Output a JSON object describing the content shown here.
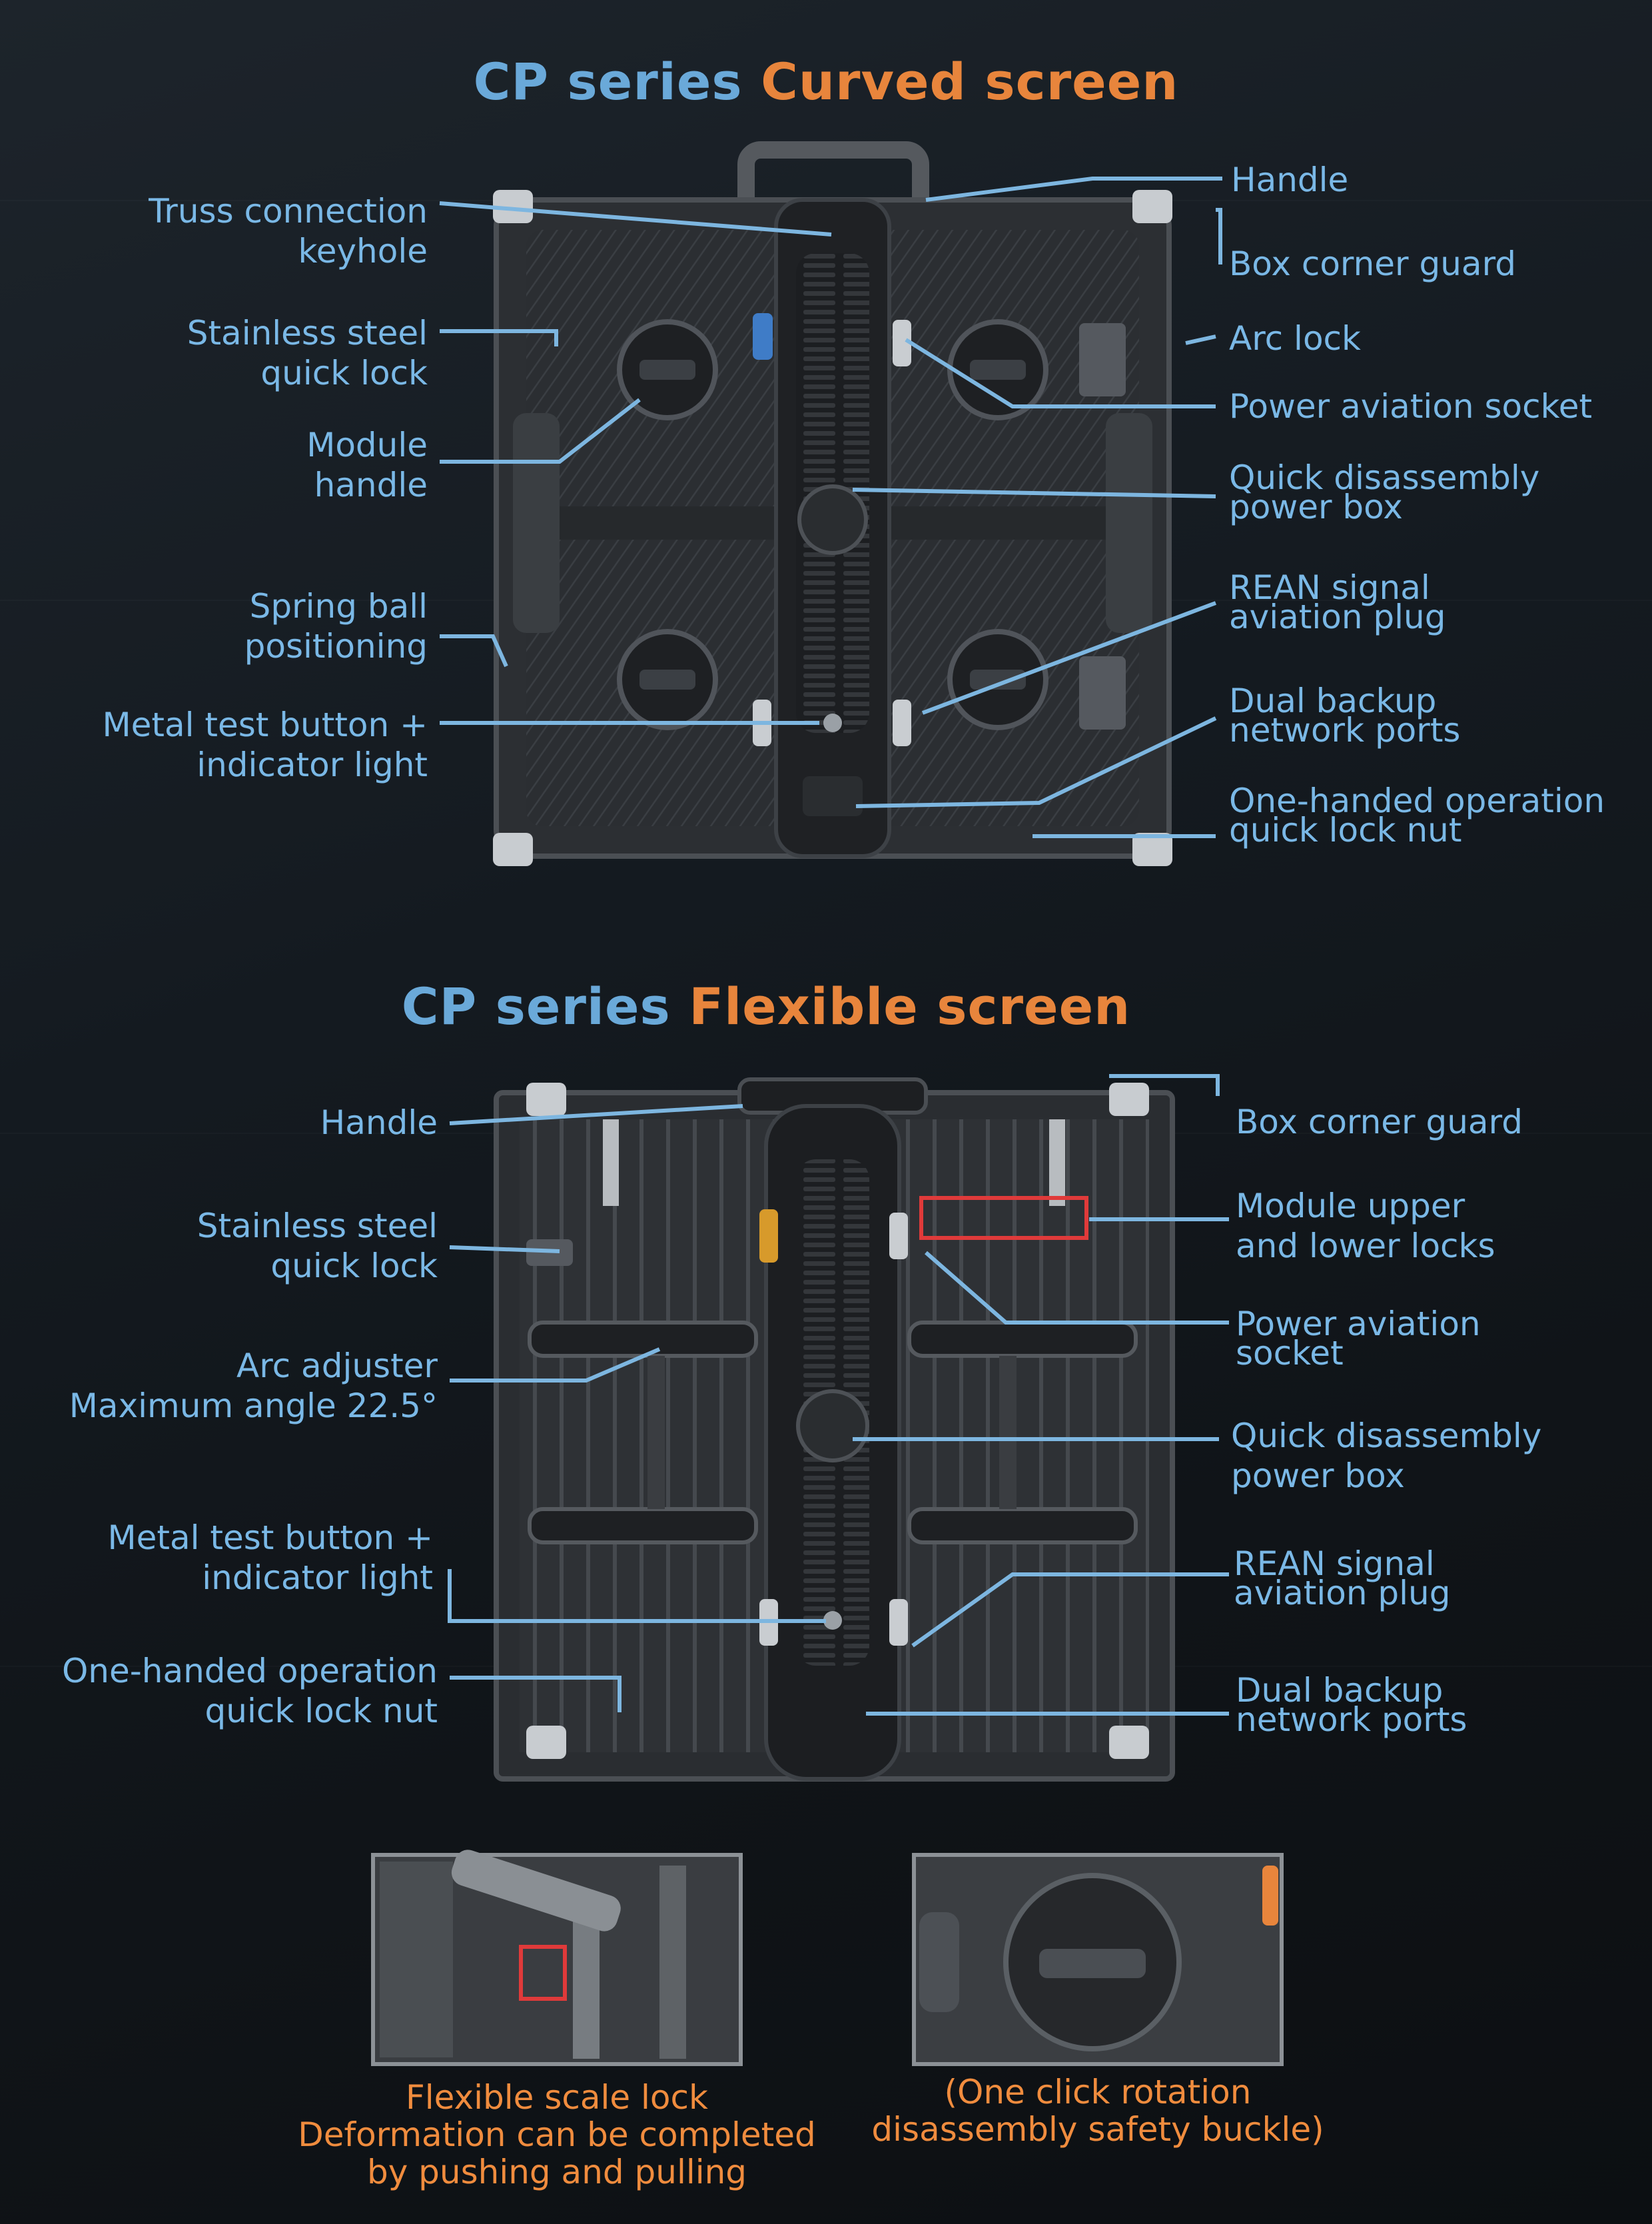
{
  "curved": {
    "title_prefix": "CP series",
    "title_highlight": "Curved screen",
    "left_labels": [
      [
        "Truss connection",
        "keyhole"
      ],
      [
        "Stainless steel",
        "quick lock"
      ],
      [
        "Module",
        "handle"
      ],
      [
        "Spring ball",
        "positioning"
      ],
      [
        "Metal test button +",
        "indicator light"
      ]
    ],
    "right_labels": [
      [
        "Handle"
      ],
      [
        "Box corner guard"
      ],
      [
        "Arc lock"
      ],
      [
        "Power aviation socket"
      ],
      [
        "Quick disassembly",
        "power box"
      ],
      [
        "REAN signal",
        "aviation plug"
      ],
      [
        "Dual backup",
        "network ports"
      ],
      [
        "One-handed operation",
        "quick lock nut"
      ]
    ]
  },
  "flexible": {
    "title_prefix": "CP series",
    "title_highlight": "Flexible screen",
    "left_labels": [
      [
        "Handle"
      ],
      [
        "Stainless steel",
        "quick lock"
      ],
      [
        "Arc adjuster",
        "Maximum angle 22.5°"
      ],
      [
        "Metal test button +",
        "indicator light"
      ],
      [
        "One-handed operation",
        "quick lock nut"
      ]
    ],
    "right_labels": [
      [
        "Box corner guard"
      ],
      [
        "Module upper",
        "and lower locks"
      ],
      [
        "Power aviation",
        "socket"
      ],
      [
        "Quick disassembly",
        "power box"
      ],
      [
        "REAN signal",
        "aviation plug"
      ],
      [
        "Dual backup",
        "network ports"
      ]
    ]
  },
  "details": [
    {
      "caption": [
        "Flexible scale lock",
        "Deformation can be completed",
        "by pushing and pulling"
      ]
    },
    {
      "caption": [
        "(One click rotation",
        "disassembly safety buckle)"
      ]
    }
  ],
  "colors": {
    "blue": "#6aa9d9",
    "label_blue": "#7ab8e6",
    "orange": "#e8853c",
    "leader": "#7db6e0",
    "highlight_box": "#e03a3a"
  }
}
